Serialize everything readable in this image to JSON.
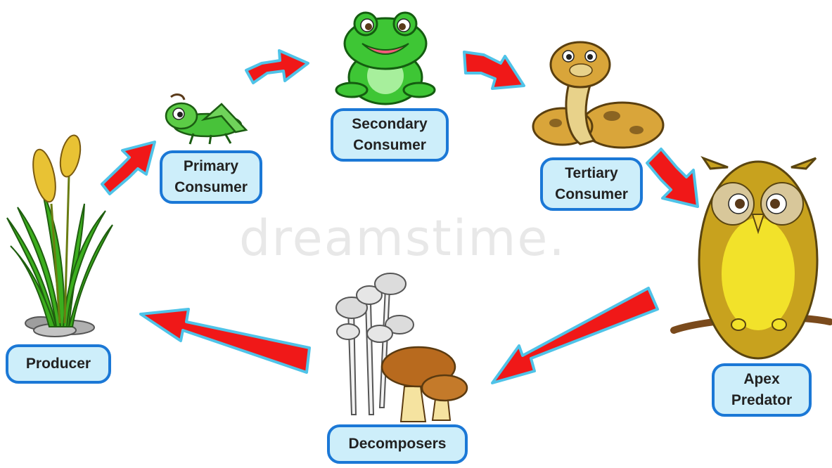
{
  "labels": {
    "producer": [
      "Producer"
    ],
    "primary": [
      "Primary",
      "Consumer"
    ],
    "secondary": [
      "Secondary",
      "Consumer"
    ],
    "tertiary": [
      "Tertiary",
      "Consumer"
    ],
    "apex": [
      "Apex",
      "Predator"
    ],
    "decomposers": [
      "Decomposers"
    ]
  },
  "watermark": "dreamstime.",
  "colors": {
    "arrow_fill": "#f01818",
    "arrow_outline": "#4fc3e8",
    "label_fill": "#cdeefa",
    "label_border": "#1b78d6"
  }
}
